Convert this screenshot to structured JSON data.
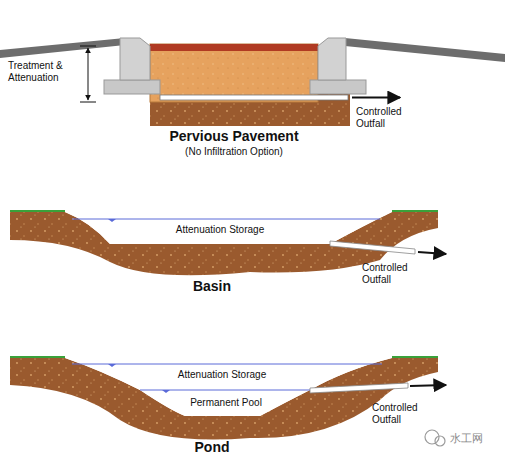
{
  "diagram": {
    "labels": [
      "Treatment & Attenuation",
      "Pervious Pavement",
      "(No Infiltration Option)",
      "Controlled Outfall",
      "Attenuation Storage",
      "Controlled Outfall",
      "Basin",
      "Attenuation Storage",
      "Permanent Pool",
      "Controlled Outfall",
      "Pond",
      "水工网"
    ]
  }
}
